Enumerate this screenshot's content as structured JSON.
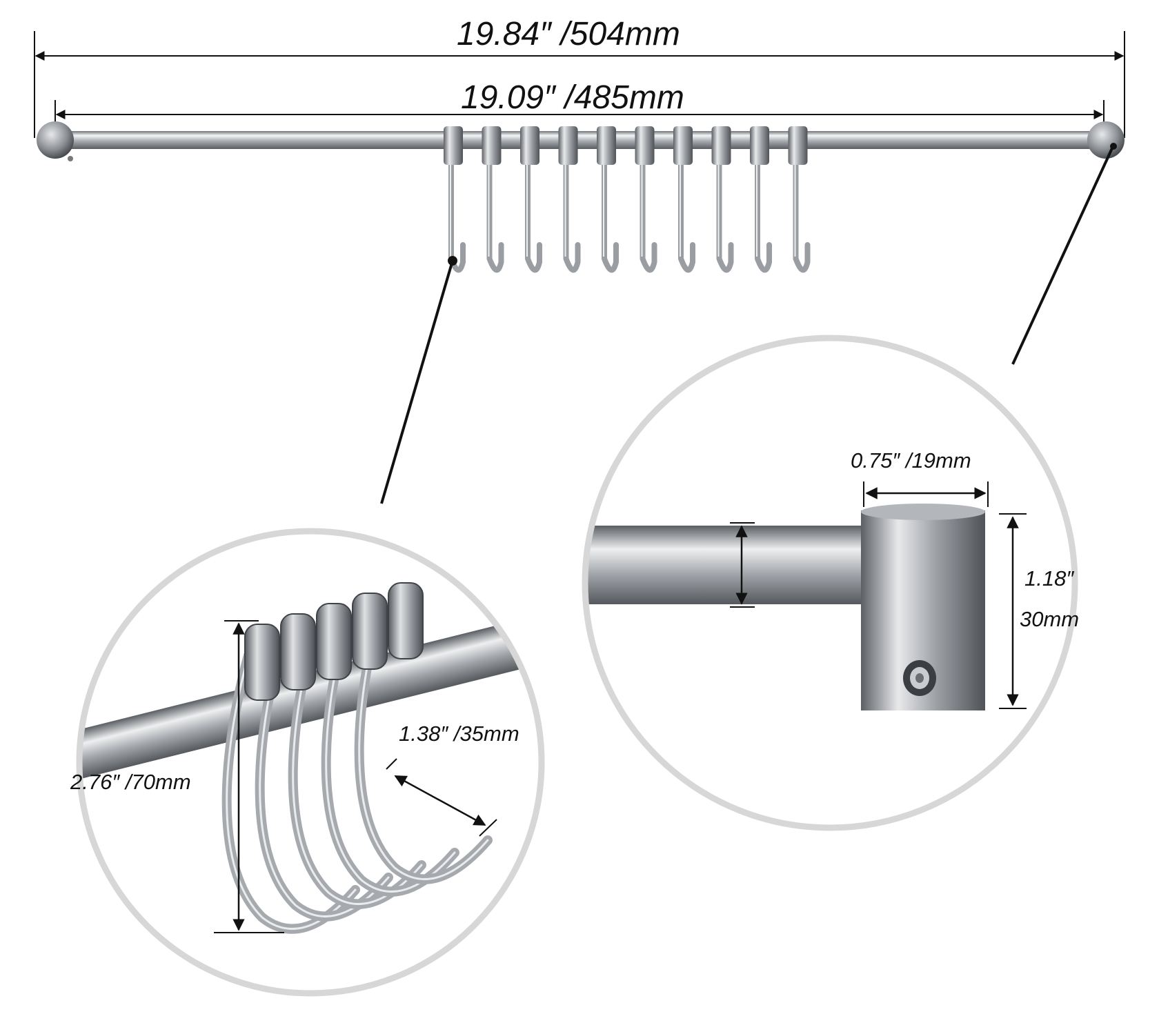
{
  "dimensions": {
    "overall_length": "19.84″ /504mm",
    "rail_length": "19.09″ /485mm",
    "mount_width": "0.75″ /19mm",
    "mount_height_in": "1.18″",
    "mount_height_mm": "30mm",
    "hook_height": "2.76″ /70mm",
    "hook_width": "1.38″ /35mm"
  },
  "colors": {
    "steel_light": "#f1f2f3",
    "steel_mid": "#b9bcc0",
    "steel_dark": "#6f7378",
    "line": "#111111",
    "circle_border": "#d7d7d7"
  }
}
